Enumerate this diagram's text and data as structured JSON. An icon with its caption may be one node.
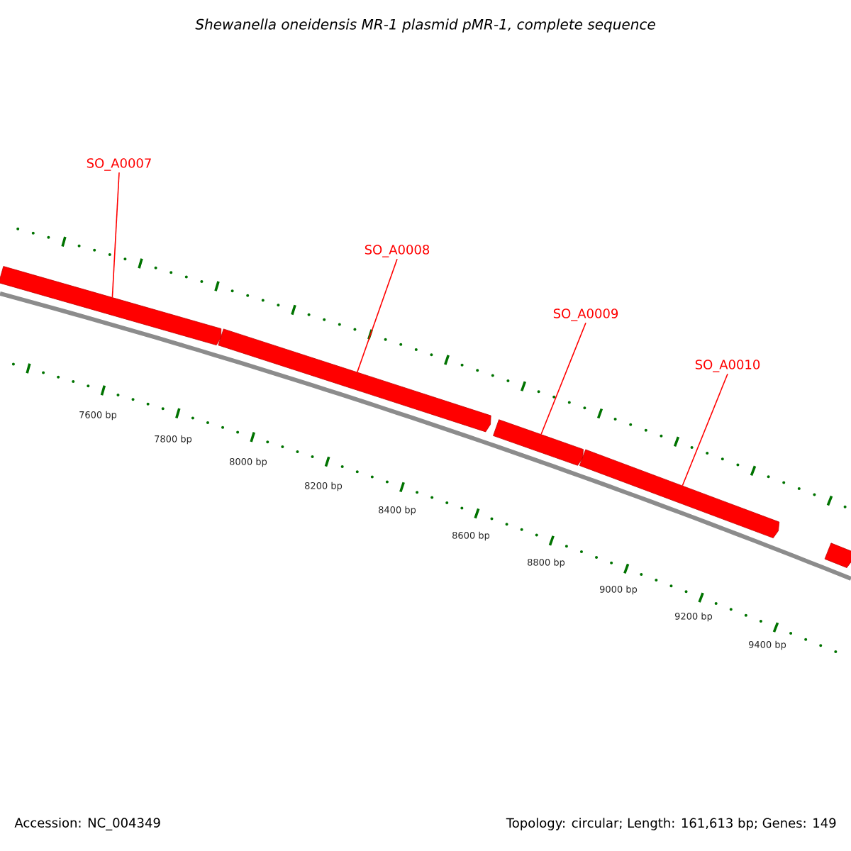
{
  "diagram": {
    "title": "Shewanella oneidensis MR-1 plasmid pMR-1, complete sequence",
    "nodes": [
      {
        "text": [
          "SO_A0007"
        ]
      },
      {
        "text": [
          "SO_A0008"
        ]
      },
      {
        "text": [
          "SO_A0009"
        ]
      },
      {
        "text": [
          "SO_A0010"
        ]
      },
      {
        "text": [],
        "shape": "bar"
      },
      {
        "text": [],
        "shape": "bar"
      },
      {
        "text": [],
        "shape": "bar"
      },
      {
        "text": [],
        "shape": "bar"
      },
      {
        "text": [],
        "shape": "bar"
      }
    ],
    "edges": [
      {
        "from": 0,
        "to": 4,
        "arrow": "none"
      },
      {
        "from": 1,
        "to": 5,
        "arrow": "none"
      },
      {
        "from": 2,
        "to": 6,
        "arrow": "none"
      },
      {
        "from": 3,
        "to": 7,
        "arrow": "none"
      }
    ],
    "labels": [
      "7600 bp",
      "7800 bp",
      "8000 bp",
      "8200 bp",
      "8400 bp",
      "8600 bp",
      "8800 bp",
      "9000 bp",
      "9200 bp",
      "9400 bp",
      "Accession: NC_004349",
      "Topology: circular; Length: 161,613 bp; Genes: 149"
    ]
  }
}
